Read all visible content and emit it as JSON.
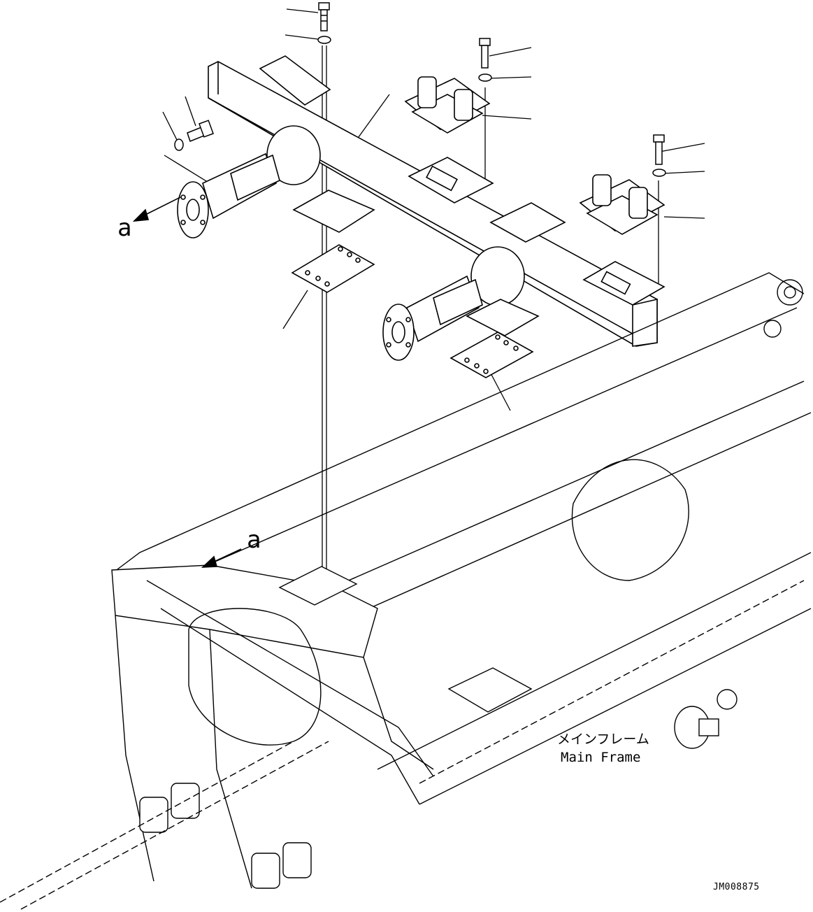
{
  "labels": {
    "arrow_a_upper": "a",
    "arrow_a_lower": "a",
    "main_frame_jp": "メインフレーム",
    "main_frame_en": "Main Frame",
    "drawing_code": "JM008875"
  },
  "colors": {
    "line": "#000000",
    "background": "#ffffff"
  }
}
